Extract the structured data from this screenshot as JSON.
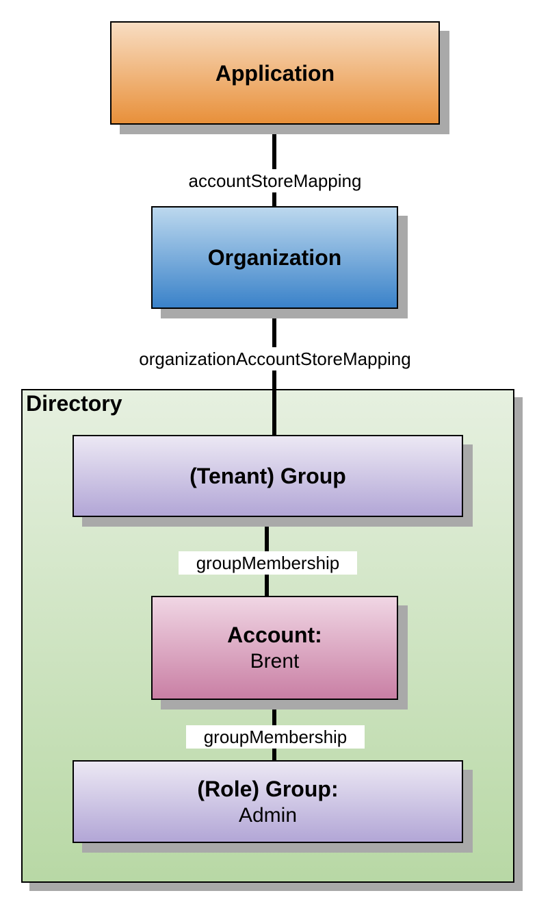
{
  "diagram": {
    "nodes": {
      "application": {
        "title": "Application"
      },
      "organization": {
        "title": "Organization"
      },
      "directory": {
        "title": "Directory"
      },
      "tenant_group": {
        "title": "(Tenant) Group"
      },
      "account": {
        "title": "Account:",
        "subtitle": "Brent"
      },
      "role_group": {
        "title": "(Role) Group:",
        "subtitle": "Admin"
      }
    },
    "edges": {
      "app_to_org": {
        "label": "accountStoreMapping"
      },
      "org_to_directory": {
        "label": "organizationAccountStoreMapping"
      },
      "tenant_to_account": {
        "label": "groupMembership"
      },
      "account_to_role": {
        "label": "groupMembership"
      }
    }
  },
  "colors": {
    "application": "#e8903a",
    "organization": "#3a82c9",
    "directory": "#b8d8a5",
    "group": "#b2a6d6",
    "account": "#c97fa4",
    "shadow": "#a9a9a9",
    "line": "#000000"
  }
}
